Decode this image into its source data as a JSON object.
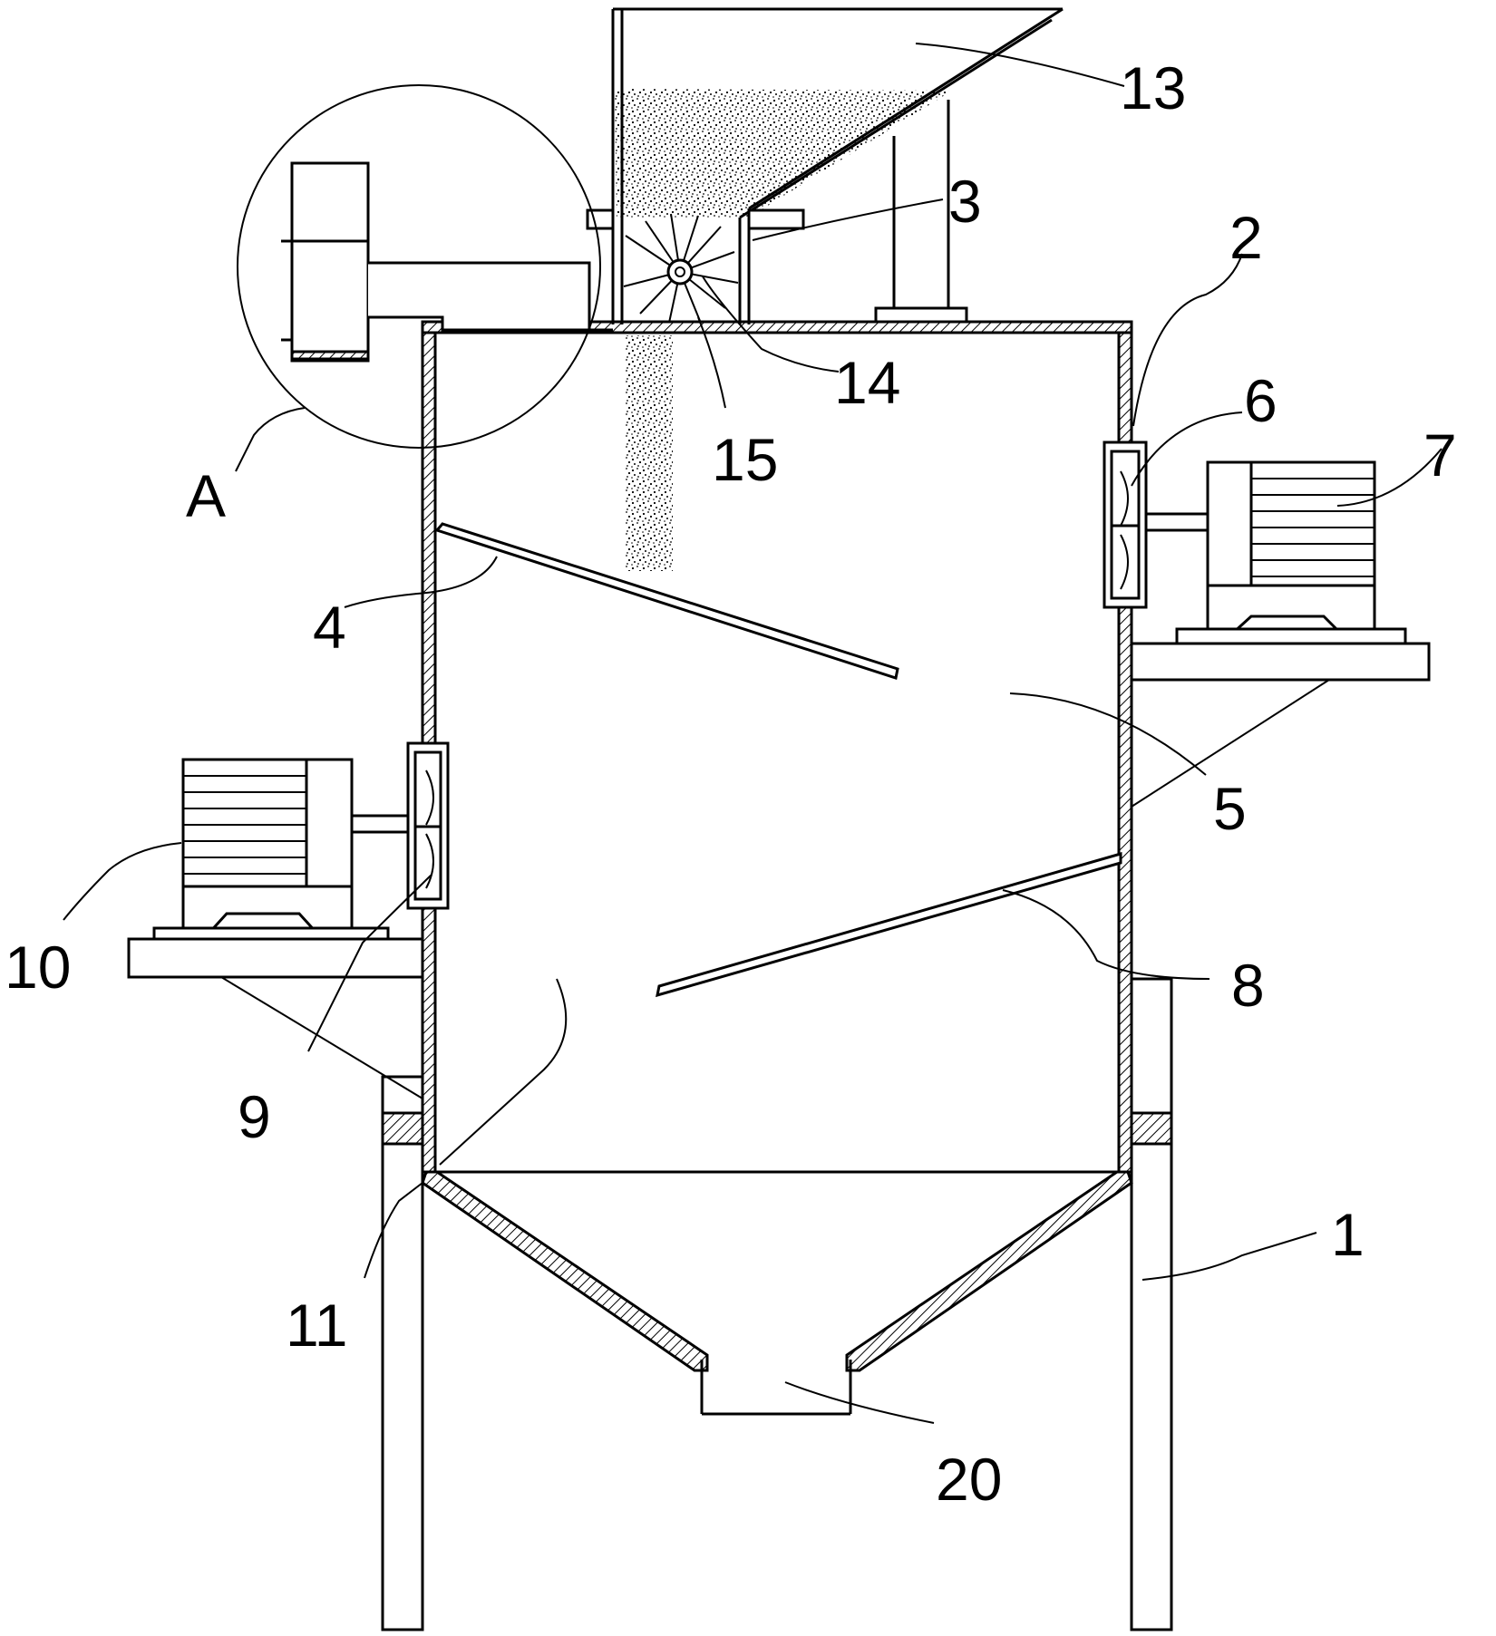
{
  "labels": {
    "l1": "1",
    "l2": "2",
    "l3": "3",
    "l4": "4",
    "l5": "5",
    "l6": "6",
    "l7": "7",
    "l8": "8",
    "l9": "9",
    "l10": "10",
    "l11": "11",
    "l13": "13",
    "l14": "14",
    "l15": "15",
    "l20": "20",
    "lA": "A"
  }
}
